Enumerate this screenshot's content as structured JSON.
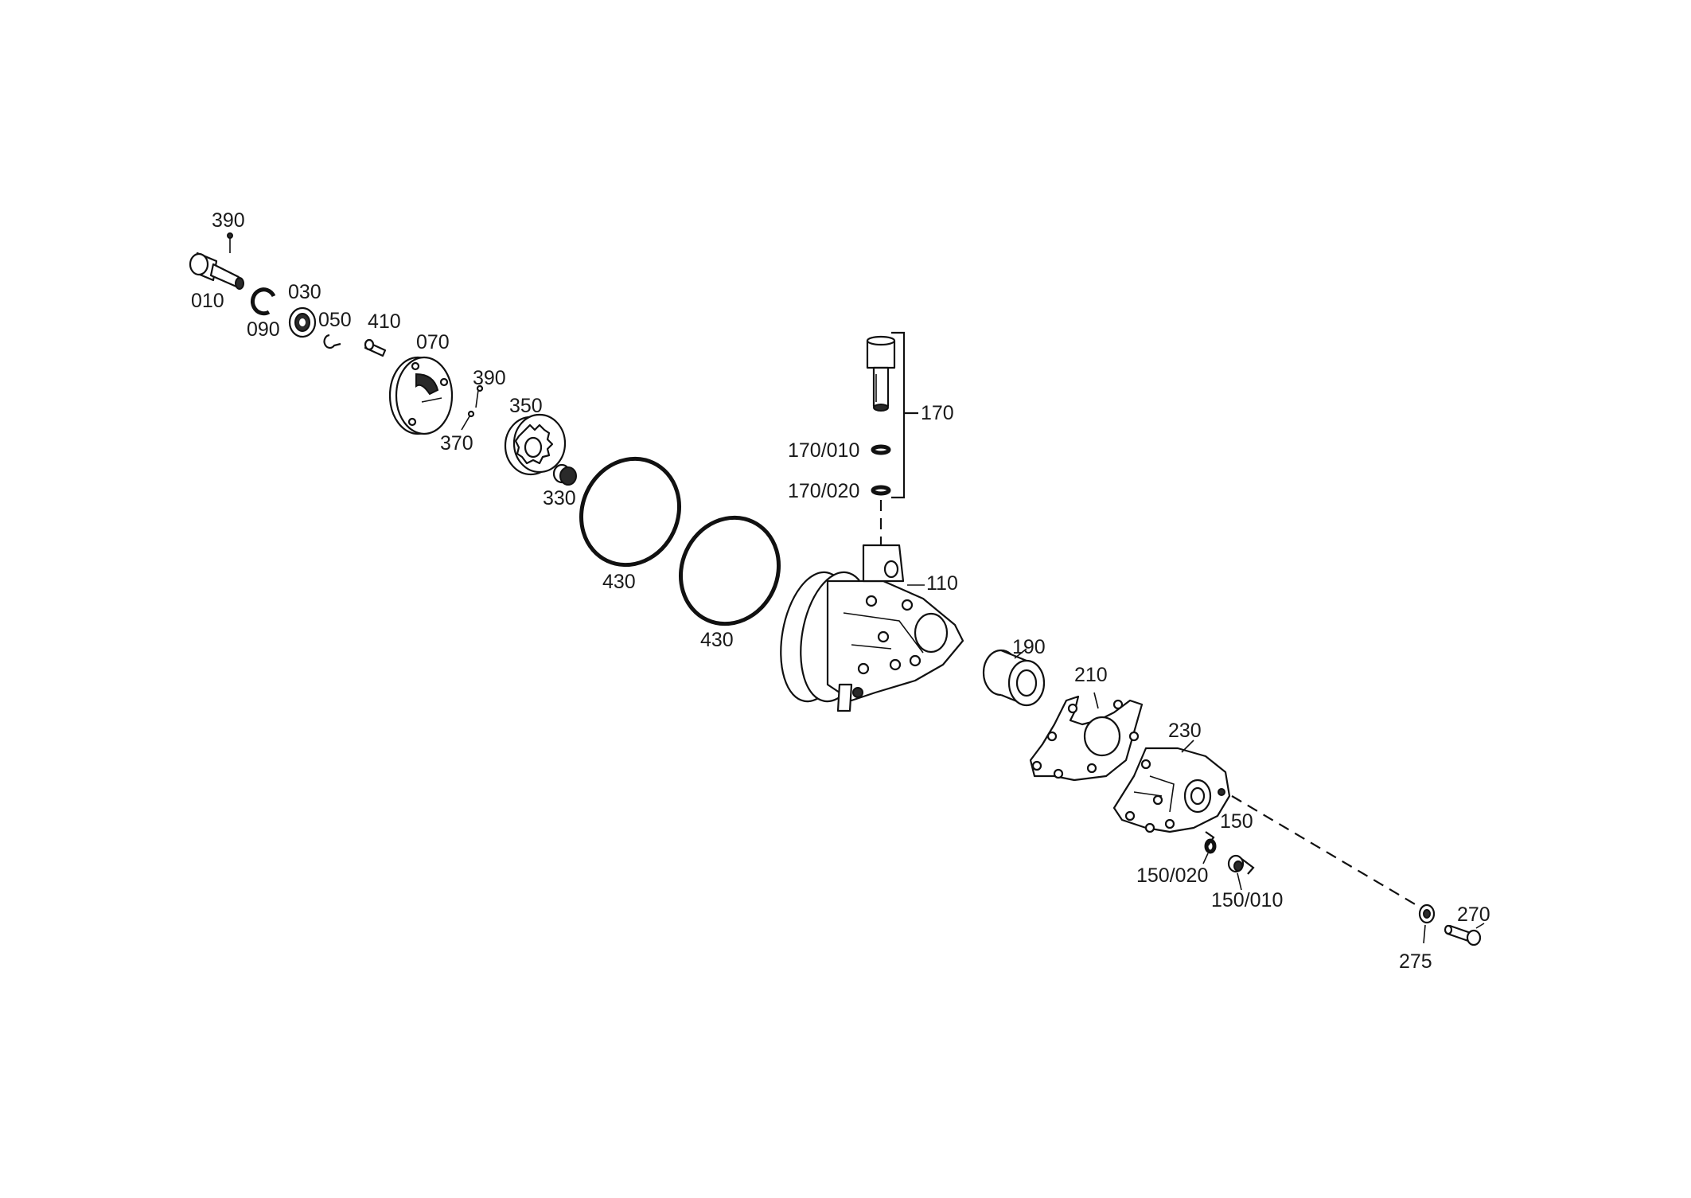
{
  "labels": {
    "l390a": "390",
    "l010": "010",
    "l030": "030",
    "l090": "090",
    "l050": "050",
    "l410": "410",
    "l070": "070",
    "l390b": "390",
    "l370": "370",
    "l350": "350",
    "l330": "330",
    "l430a": "430",
    "l430b": "430",
    "l170": "170",
    "l170_010": "170/010",
    "l170_020": "170/020",
    "l110": "110",
    "l190": "190",
    "l210": "210",
    "l230": "230",
    "l150": "150",
    "l150_020": "150/020",
    "l150_010": "150/010",
    "l270": "270",
    "l275": "275"
  }
}
